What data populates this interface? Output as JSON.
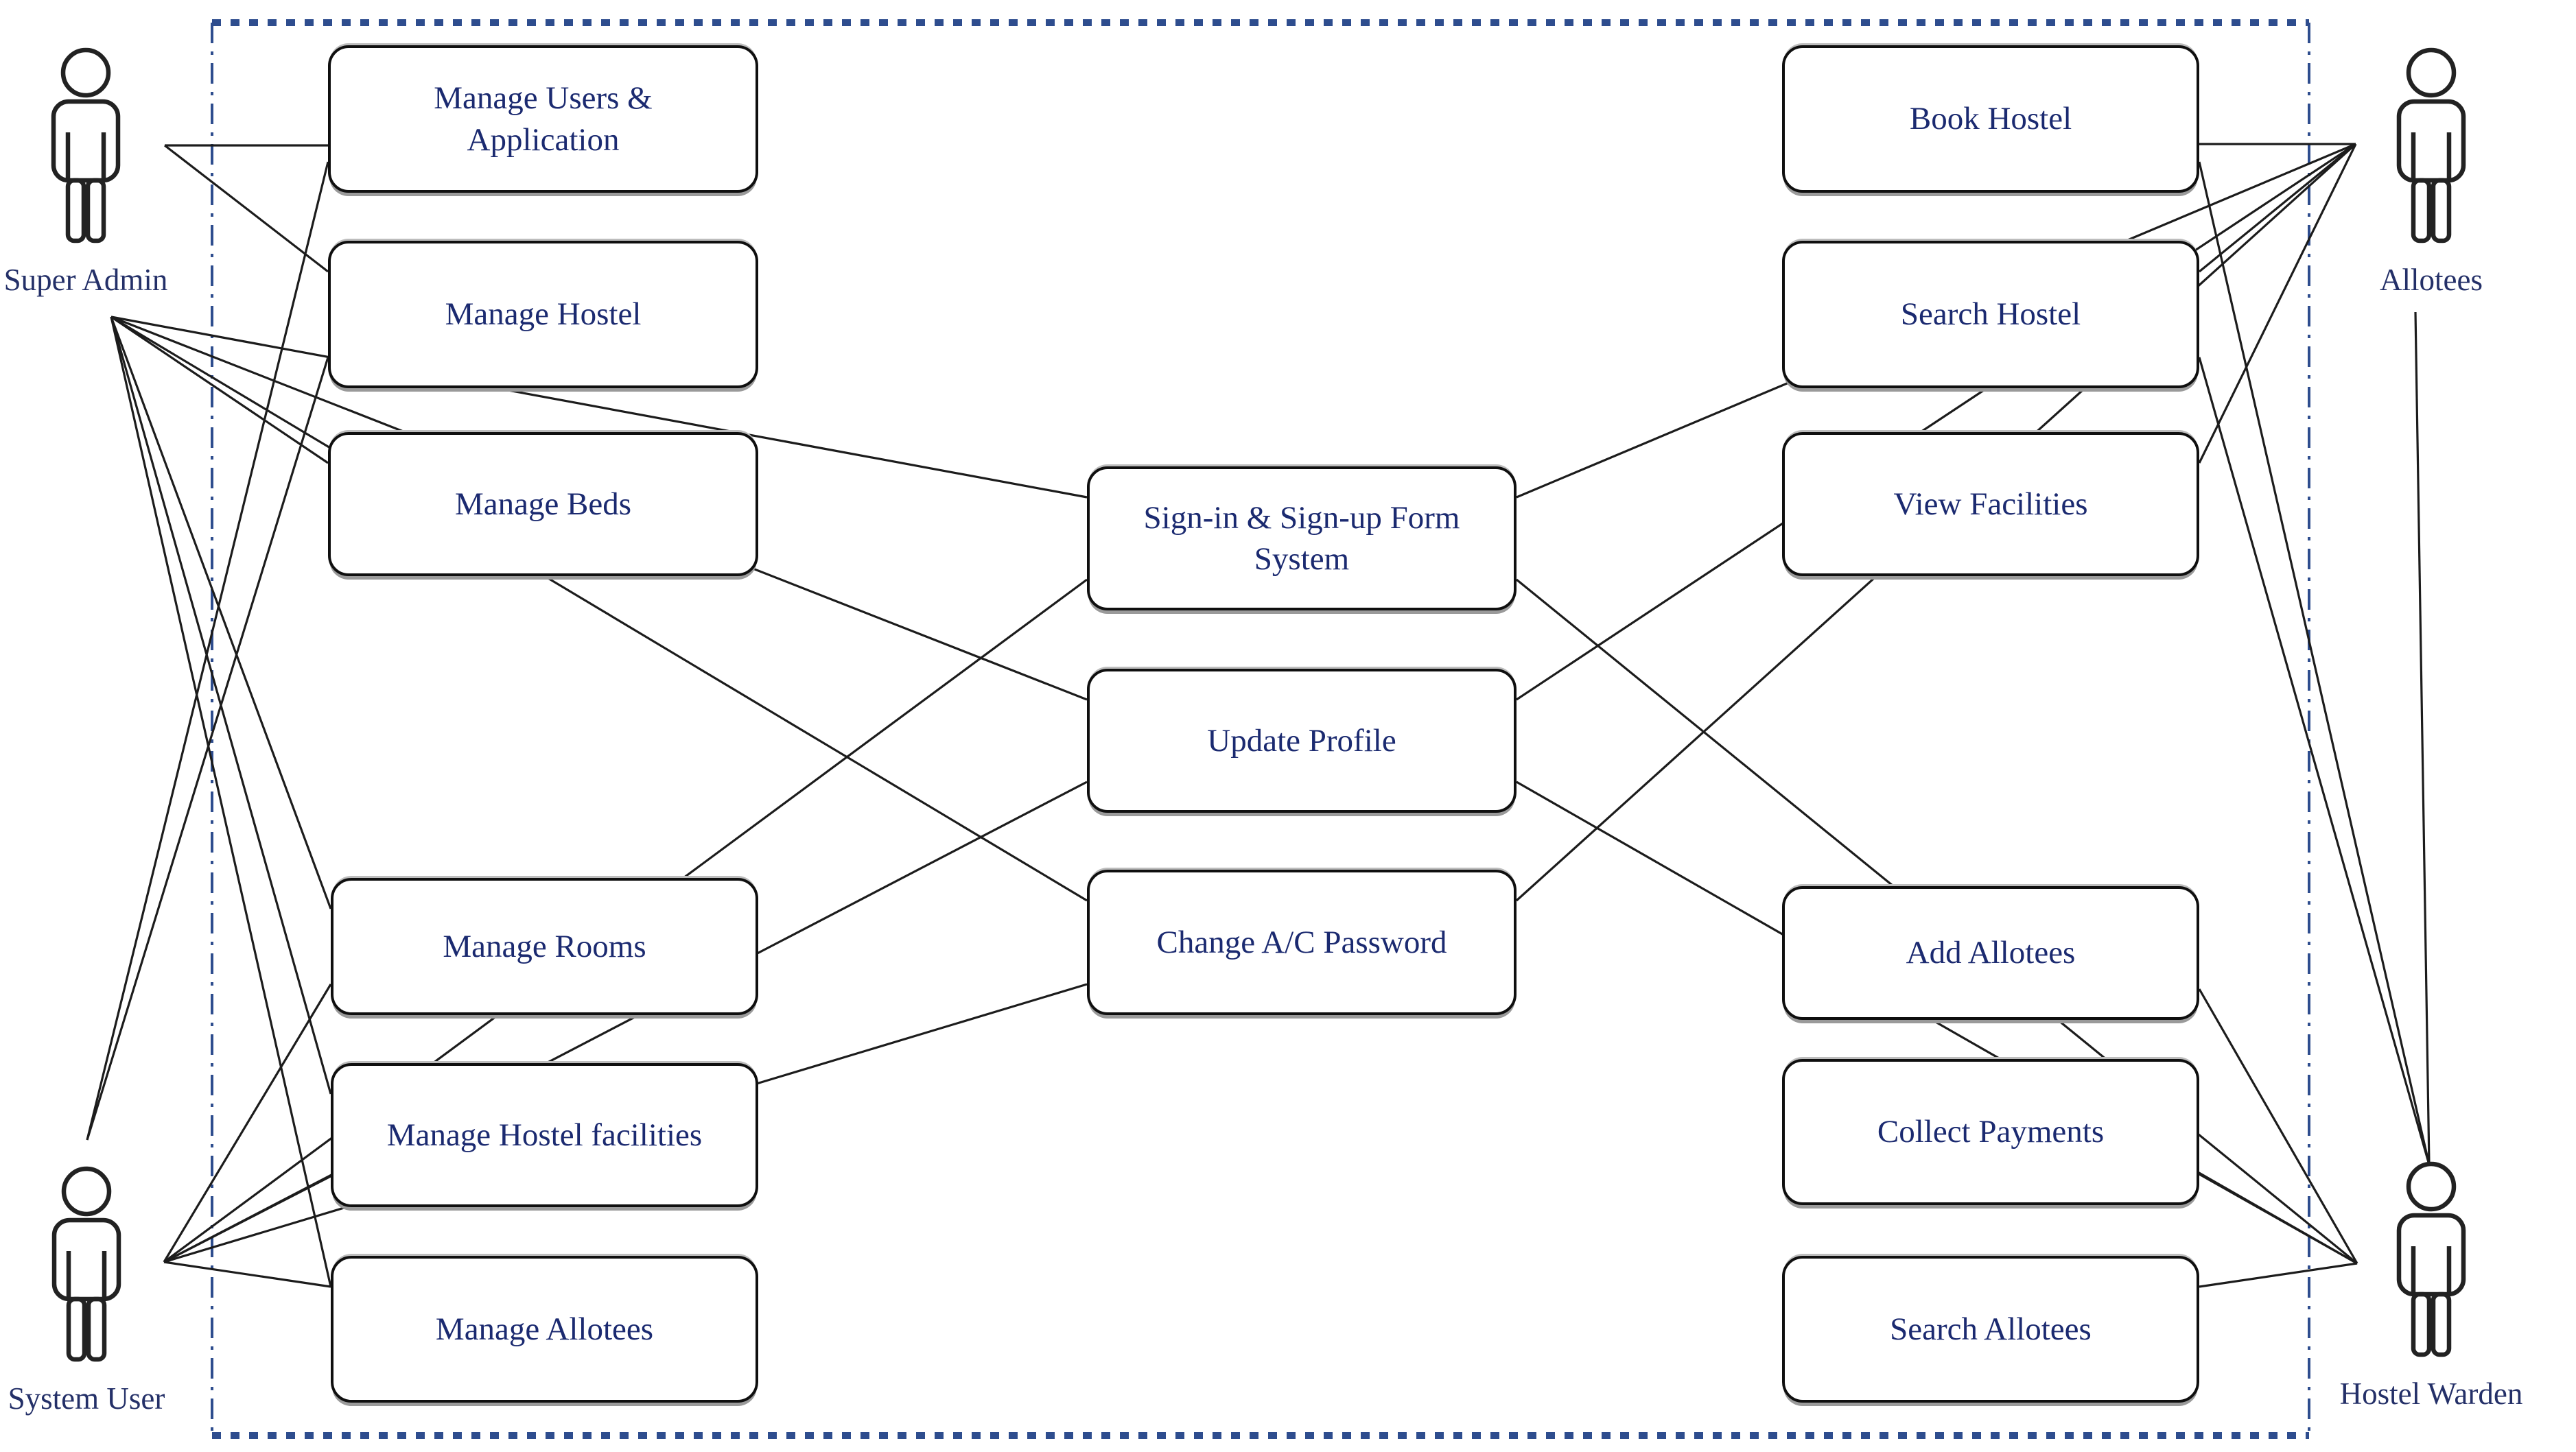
{
  "diagram": {
    "type": "uml-use-case-diagram",
    "actors": {
      "super_admin": {
        "label": "Super Admin"
      },
      "system_user": {
        "label": "System User"
      },
      "allotees": {
        "label": "Allotees"
      },
      "hostel_warden": {
        "label": "Hostel Warden"
      }
    },
    "use_cases": {
      "manage_users_app": {
        "label": "Manage Users & Application"
      },
      "manage_hostel": {
        "label": "Manage Hostel"
      },
      "manage_beds": {
        "label": "Manage Beds"
      },
      "manage_rooms": {
        "label": "Manage Rooms"
      },
      "manage_hostel_facilities": {
        "label": "Manage Hostel facilities"
      },
      "manage_allotees": {
        "label": "Manage Allotees"
      },
      "signin_signup": {
        "label": "Sign-in & Sign-up Form System"
      },
      "update_profile": {
        "label": "Update Profile"
      },
      "change_password": {
        "label": "Change A/C Password"
      },
      "book_hostel": {
        "label": "Book Hostel"
      },
      "search_hostel": {
        "label": "Search Hostel"
      },
      "view_facilities": {
        "label": "View Facilities"
      },
      "add_allotees": {
        "label": "Add Allotees"
      },
      "collect_payments": {
        "label": "Collect Payments"
      },
      "search_allotees": {
        "label": "Search Allotees"
      }
    },
    "edges": [
      {
        "from": "super_admin",
        "to": "manage_users_app"
      },
      {
        "from": "super_admin",
        "to": "manage_hostel"
      },
      {
        "from": "super_admin",
        "to": "manage_beds"
      },
      {
        "from": "super_admin",
        "to": "manage_rooms"
      },
      {
        "from": "super_admin",
        "to": "manage_hostel_facilities"
      },
      {
        "from": "super_admin",
        "to": "manage_allotees"
      },
      {
        "from": "super_admin",
        "to": "signin_signup"
      },
      {
        "from": "super_admin",
        "to": "update_profile"
      },
      {
        "from": "super_admin",
        "to": "change_password"
      },
      {
        "from": "system_user",
        "to": "manage_users_app"
      },
      {
        "from": "system_user",
        "to": "manage_hostel"
      },
      {
        "from": "system_user",
        "to": "manage_rooms"
      },
      {
        "from": "system_user",
        "to": "manage_hostel_facilities"
      },
      {
        "from": "system_user",
        "to": "manage_allotees"
      },
      {
        "from": "system_user",
        "to": "signin_signup"
      },
      {
        "from": "system_user",
        "to": "update_profile"
      },
      {
        "from": "system_user",
        "to": "change_password"
      },
      {
        "from": "allotees",
        "to": "book_hostel"
      },
      {
        "from": "allotees",
        "to": "search_hostel"
      },
      {
        "from": "allotees",
        "to": "view_facilities"
      },
      {
        "from": "allotees",
        "to": "signin_signup"
      },
      {
        "from": "allotees",
        "to": "update_profile"
      },
      {
        "from": "allotees",
        "to": "change_password"
      },
      {
        "from": "allotees",
        "to": "hostel_warden"
      },
      {
        "from": "hostel_warden",
        "to": "book_hostel"
      },
      {
        "from": "hostel_warden",
        "to": "search_hostel"
      },
      {
        "from": "hostel_warden",
        "to": "add_allotees"
      },
      {
        "from": "hostel_warden",
        "to": "collect_payments"
      },
      {
        "from": "hostel_warden",
        "to": "search_allotees"
      },
      {
        "from": "hostel_warden",
        "to": "signin_signup"
      },
      {
        "from": "hostel_warden",
        "to": "update_profile"
      }
    ],
    "colors": {
      "boundary": "#2e4d8e",
      "connector": "#1c1c1c",
      "box_border": "#0f0f0f",
      "box_text": "#1b2a70",
      "actor_label": "#243068",
      "actor_outline": "#222222",
      "box_shadow": "#9a9a9a",
      "background": "#ffffff"
    }
  }
}
